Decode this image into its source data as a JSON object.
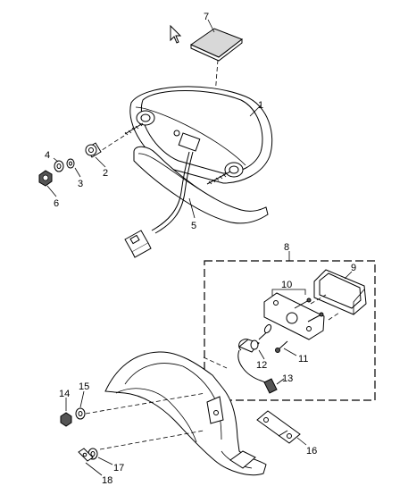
{
  "parts": [
    {
      "id": "part-1",
      "number": "1"
    },
    {
      "id": "part-2",
      "number": "2"
    },
    {
      "id": "part-3",
      "number": "3"
    },
    {
      "id": "part-4",
      "number": "4"
    },
    {
      "id": "part-5",
      "number": "5"
    },
    {
      "id": "part-6",
      "number": "6"
    },
    {
      "id": "part-7",
      "number": "7"
    },
    {
      "id": "part-8",
      "number": "8"
    },
    {
      "id": "part-9",
      "number": "9"
    },
    {
      "id": "part-10",
      "number": "10"
    },
    {
      "id": "part-11",
      "number": "11"
    },
    {
      "id": "part-12",
      "number": "12"
    },
    {
      "id": "part-13",
      "number": "13"
    },
    {
      "id": "part-14",
      "number": "14"
    },
    {
      "id": "part-15",
      "number": "15"
    },
    {
      "id": "part-16",
      "number": "16"
    },
    {
      "id": "part-17",
      "number": "17"
    },
    {
      "id": "part-18",
      "number": "18"
    }
  ]
}
